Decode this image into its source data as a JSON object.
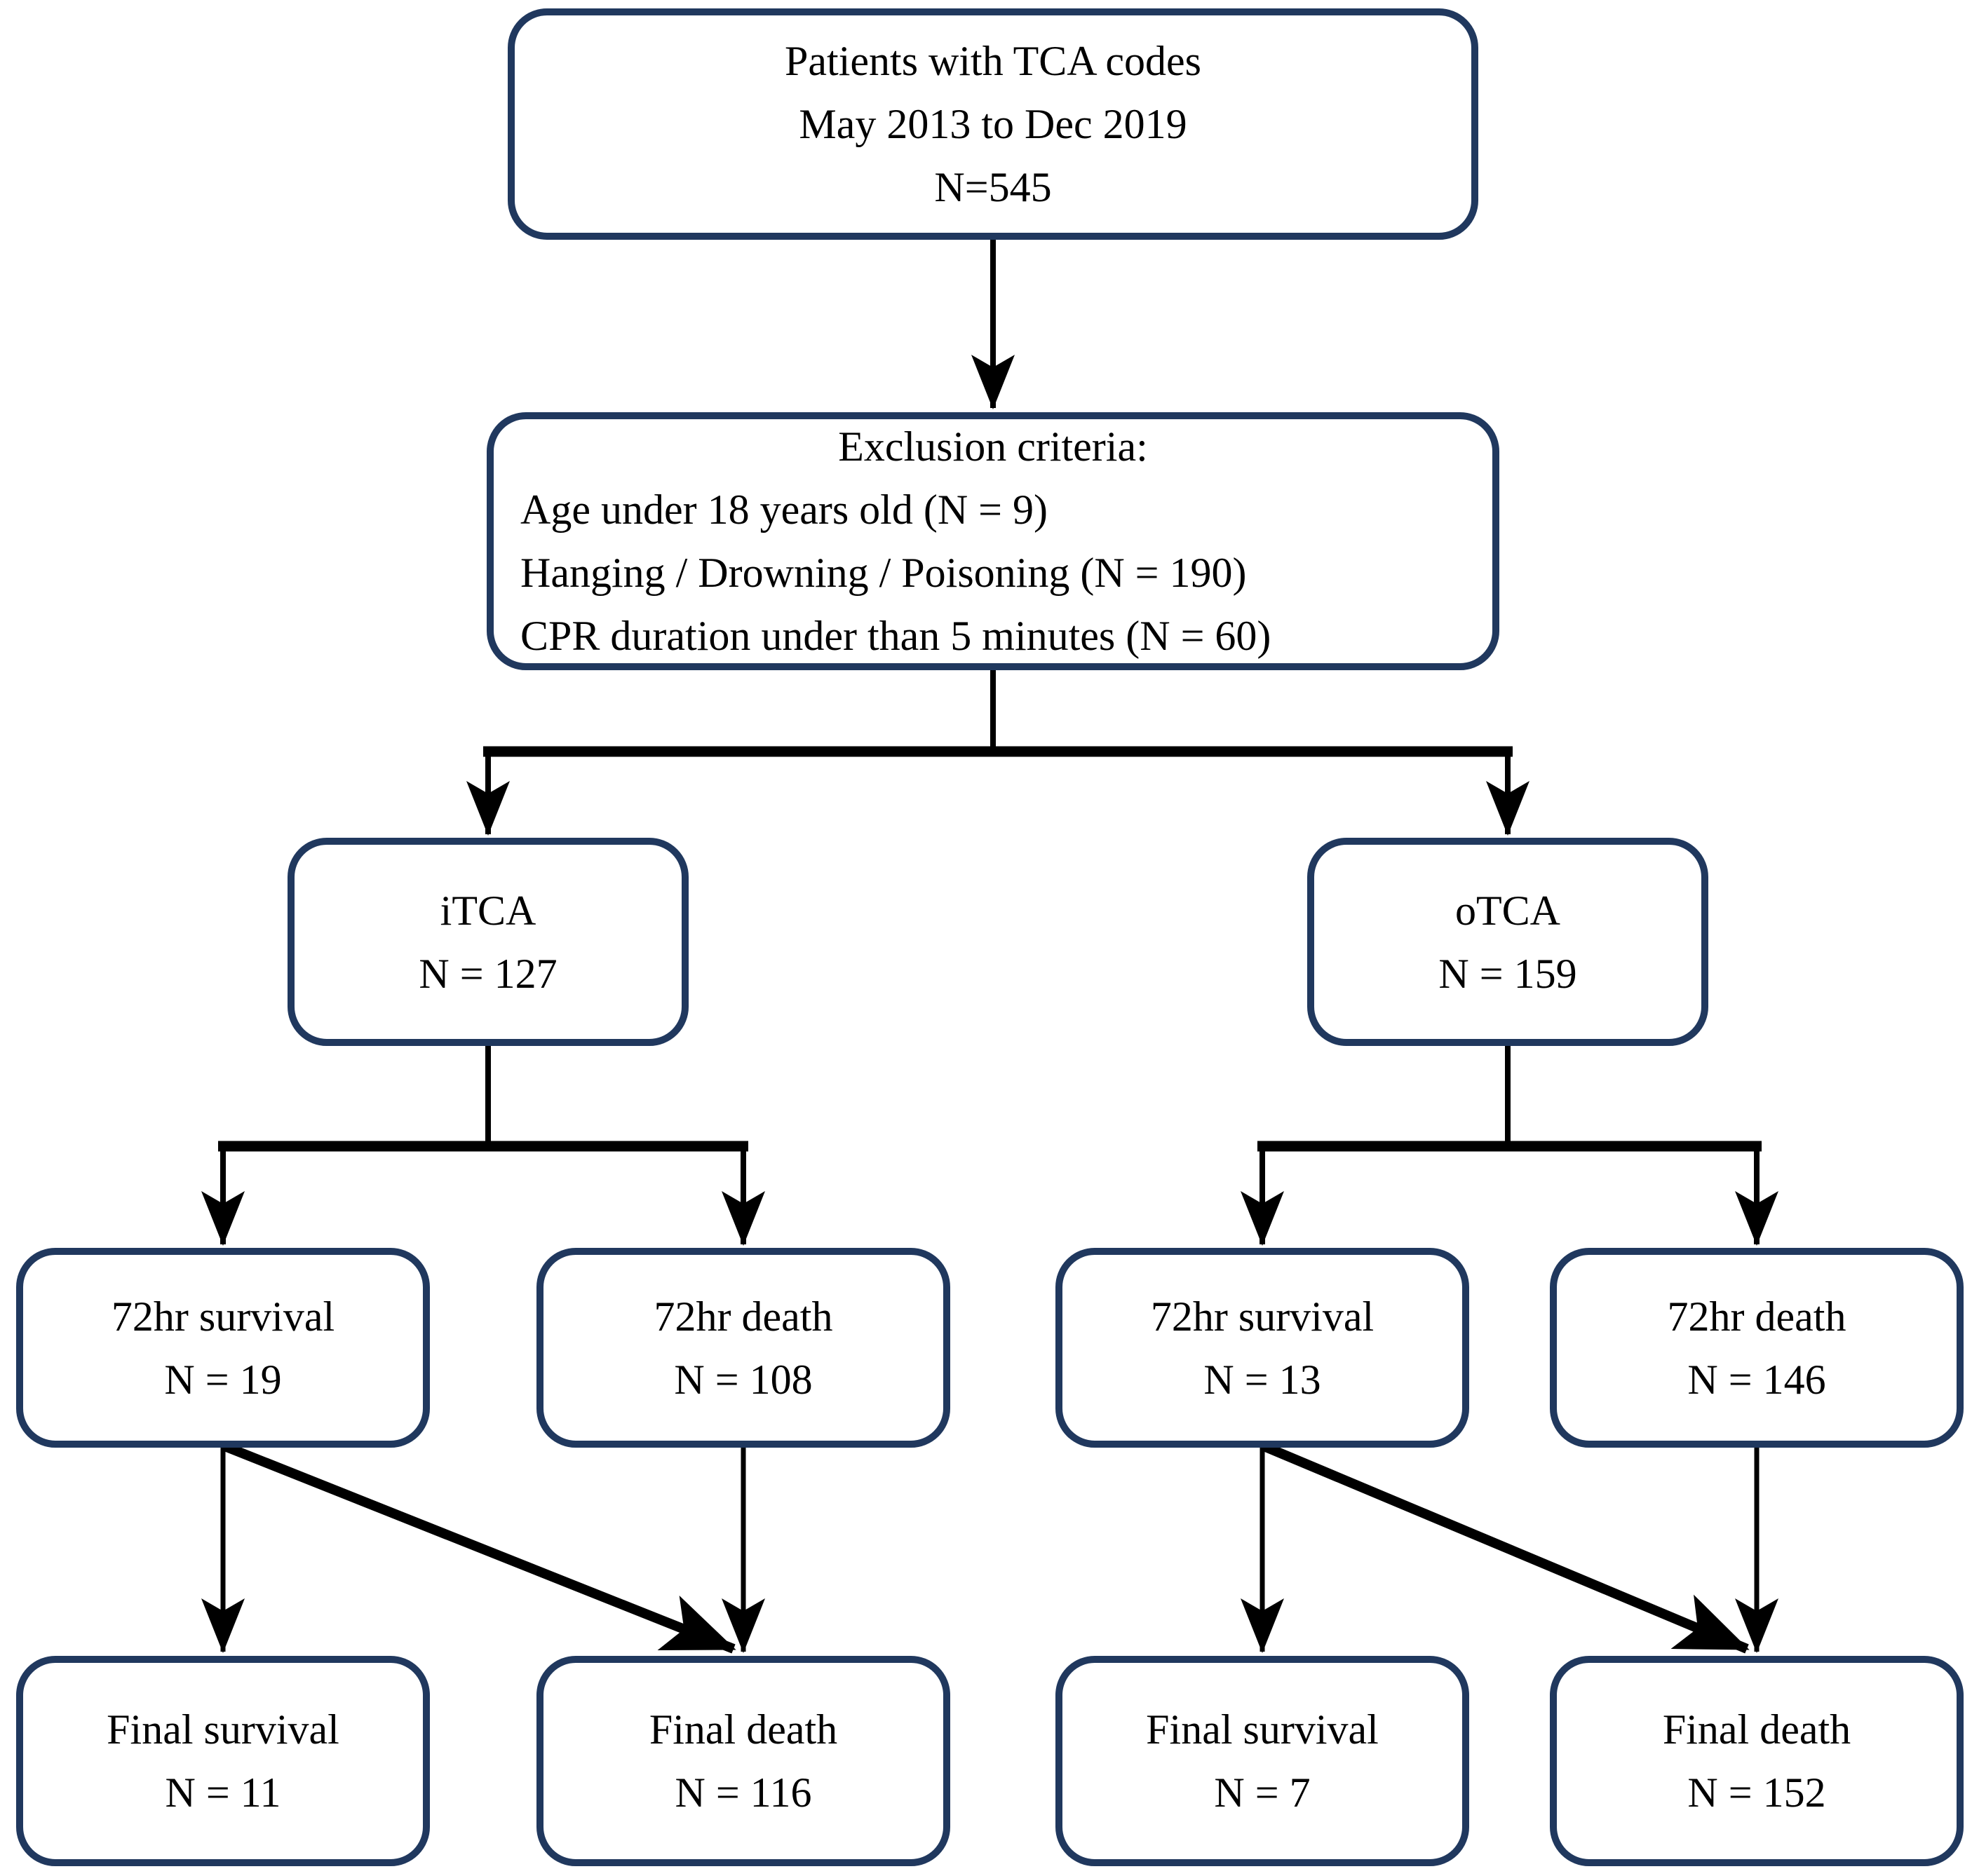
{
  "diagram": {
    "type": "flowchart",
    "colors": {
      "box_border": "#20385e",
      "arrow": "#000000",
      "text": "#000000",
      "background": "#ffffff"
    },
    "boxes": {
      "patients": {
        "line1": "Patients with TCA codes",
        "line2": "May 2013 to Dec 2019",
        "line3": "N=545"
      },
      "exclusion": {
        "title": "Exclusion criteria:",
        "item1": "Age under 18 years old (N = 9)",
        "item2": "Hanging / Drowning / Poisoning (N = 190)",
        "item3": "CPR duration under than 5 minutes (N = 60)"
      },
      "itca": {
        "label": "iTCA",
        "count": "N = 127"
      },
      "otca": {
        "label": "oTCA",
        "count": "N = 159"
      },
      "itca_72hr_survival": {
        "label": "72hr survival",
        "count": "N = 19"
      },
      "itca_72hr_death": {
        "label": "72hr death",
        "count": "N = 108"
      },
      "otca_72hr_survival": {
        "label": "72hr survival",
        "count": "N = 13"
      },
      "otca_72hr_death": {
        "label": "72hr death",
        "count": "N = 146"
      },
      "itca_final_survival": {
        "label": "Final survival",
        "count": "N = 11"
      },
      "itca_final_death": {
        "label": "Final death",
        "count": "N = 116"
      },
      "otca_final_survival": {
        "label": "Final survival",
        "count": "N = 7"
      },
      "otca_final_death": {
        "label": "Final death",
        "count": "N = 152"
      }
    },
    "edges": [
      "patients -> exclusion",
      "exclusion -> itca",
      "exclusion -> otca",
      "itca -> itca_72hr_survival",
      "itca -> itca_72hr_death",
      "otca -> otca_72hr_survival",
      "otca -> otca_72hr_death",
      "itca_72hr_survival -> itca_final_survival",
      "itca_72hr_survival -> itca_final_death",
      "itca_72hr_death -> itca_final_death",
      "otca_72hr_survival -> otca_final_survival",
      "otca_72hr_survival -> otca_final_death",
      "otca_72hr_death -> otca_final_death"
    ]
  }
}
